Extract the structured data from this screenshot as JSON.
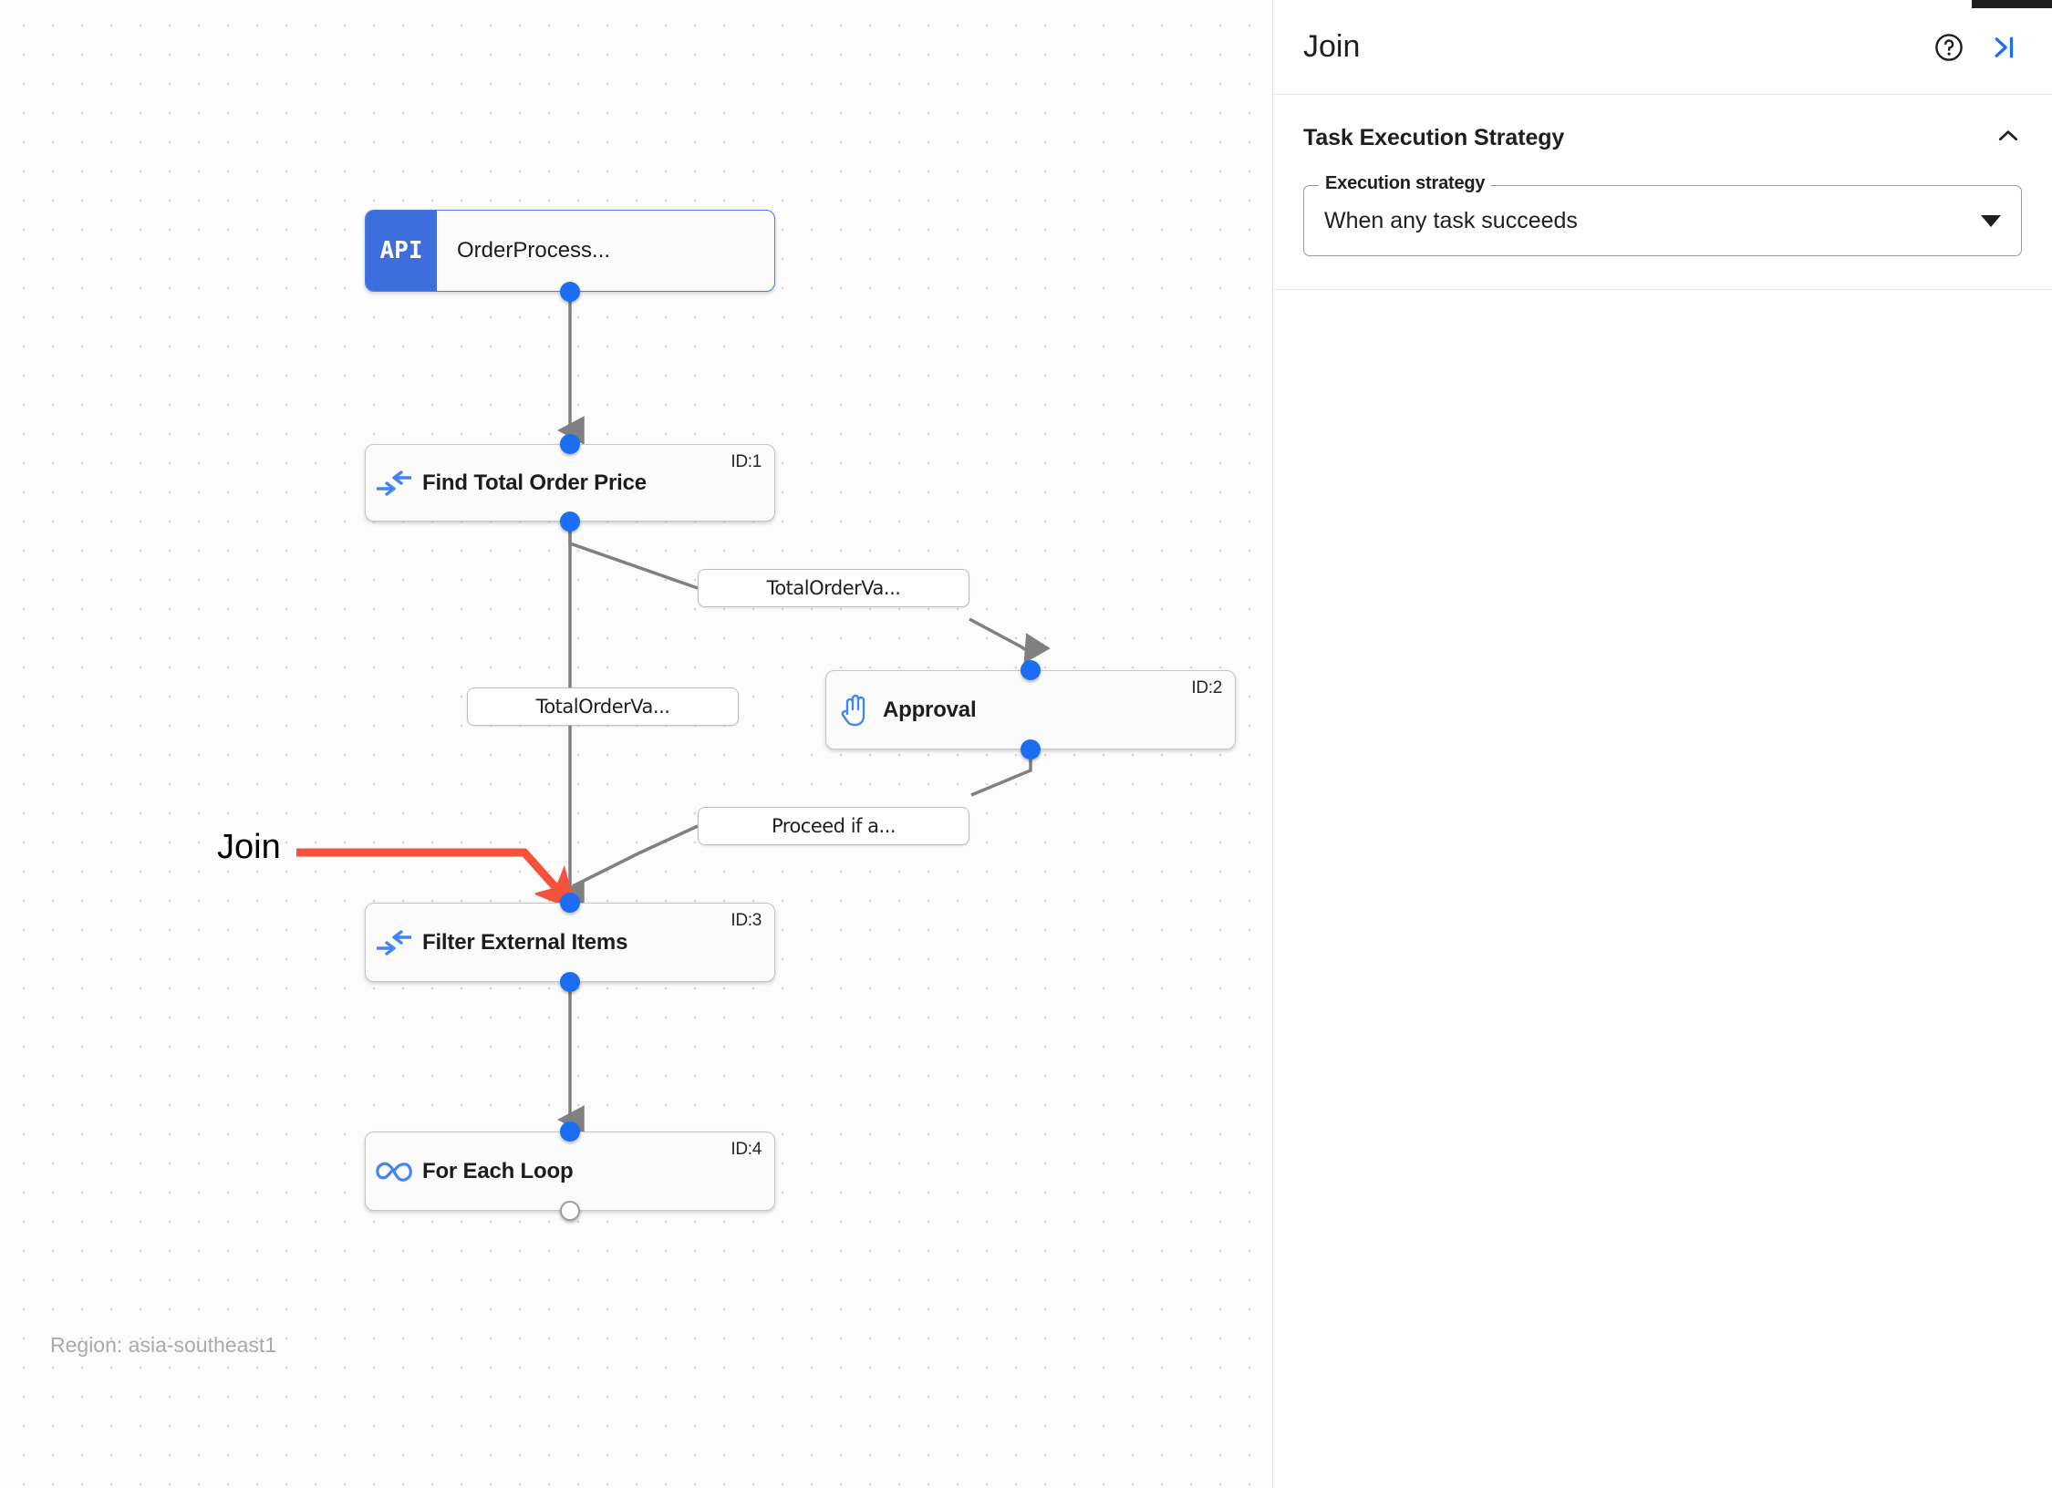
{
  "canvas": {
    "region_label": "Region: asia-southeast1",
    "annotation": {
      "label": "Join",
      "color": "#f4523b"
    },
    "nodes": [
      {
        "id": "api",
        "badge": "API",
        "title": "OrderProcess...",
        "icon": "api-badge-icon",
        "id_label": ""
      },
      {
        "id": "node1",
        "title": "Find Total Order Price",
        "icon": "merge-arrows-icon",
        "id_label": "ID:1"
      },
      {
        "id": "node2",
        "title": "Approval",
        "icon": "hand-icon",
        "id_label": "ID:2"
      },
      {
        "id": "node3",
        "title": "Filter External Items",
        "icon": "merge-arrows-icon",
        "id_label": "ID:3"
      },
      {
        "id": "node4",
        "title": "For Each Loop",
        "icon": "infinity-icon",
        "id_label": "ID:4"
      }
    ],
    "edge_labels": [
      {
        "id": "edge-label-1",
        "text": "TotalOrderVa..."
      },
      {
        "id": "edge-label-2",
        "text": "TotalOrderVa..."
      },
      {
        "id": "edge-label-3",
        "text": "Proceed if a..."
      }
    ]
  },
  "panel": {
    "title": "Join",
    "help_icon": "help-circle-icon",
    "collapse_icon": "collapse-right-icon",
    "section": {
      "title": "Task Execution Strategy",
      "collapse_icon": "chevron-up-icon",
      "field": {
        "legend": "Execution strategy",
        "value": "When any task succeeds",
        "dropdown_icon": "caret-down-icon"
      }
    }
  },
  "colors": {
    "accent_blue": "#1b6ef3",
    "api_blue": "#3c6fdd",
    "icon_blue": "#4285f4",
    "annotation_red": "#f4523b",
    "edge_gray": "#6e6e6e"
  }
}
